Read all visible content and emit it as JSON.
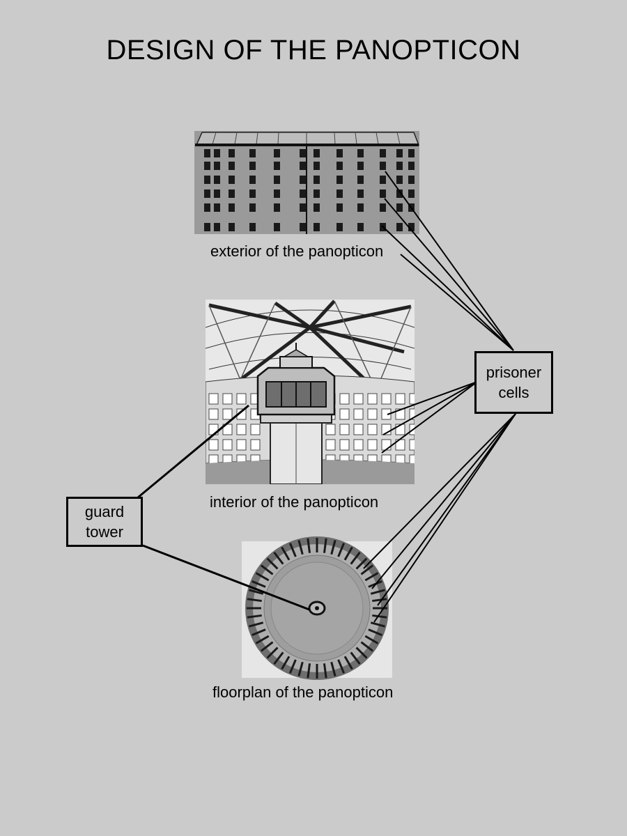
{
  "title": "DESIGN OF THE PANOPTICON",
  "captions": {
    "exterior": "exterior of the panopticon",
    "interior": "interior of the panopticon",
    "floorplan": "floorplan of the panopticon"
  },
  "labels": {
    "prisoner_cells": [
      "prisoner",
      "cells"
    ],
    "guard_tower": [
      "guard",
      "tower"
    ]
  }
}
